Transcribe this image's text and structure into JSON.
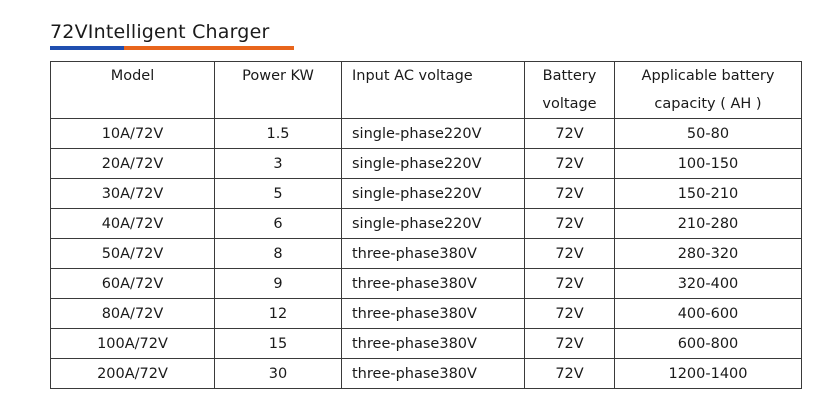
{
  "title": {
    "text": "72VIntelligent Charger",
    "accent_blue": "#1f4fb0",
    "accent_orange": "#e8651c"
  },
  "table": {
    "headers": [
      [
        "Model"
      ],
      [
        "Power KW"
      ],
      [
        "Input AC voltage"
      ],
      [
        "Battery",
        "voltage"
      ],
      [
        "Applicable battery",
        "capacity ( AH )"
      ]
    ],
    "rows": [
      [
        "10A/72V",
        "1.5",
        "single-phase220V",
        "72V",
        "50-80"
      ],
      [
        "20A/72V",
        "3",
        "single-phase220V",
        "72V",
        "100-150"
      ],
      [
        "30A/72V",
        "5",
        "single-phase220V",
        "72V",
        "150-210"
      ],
      [
        "40A/72V",
        "6",
        "single-phase220V",
        "72V",
        "210-280"
      ],
      [
        "50A/72V",
        "8",
        "three-phase380V",
        "72V",
        "280-320"
      ],
      [
        "60A/72V",
        "9",
        "three-phase380V",
        "72V",
        "320-400"
      ],
      [
        "80A/72V",
        "12",
        "three-phase380V",
        "72V",
        "400-600"
      ],
      [
        "100A/72V",
        "15",
        "three-phase380V",
        "72V",
        "600-800"
      ],
      [
        "200A/72V",
        "30",
        "three-phase380V",
        "72V",
        "1200-1400"
      ]
    ]
  }
}
